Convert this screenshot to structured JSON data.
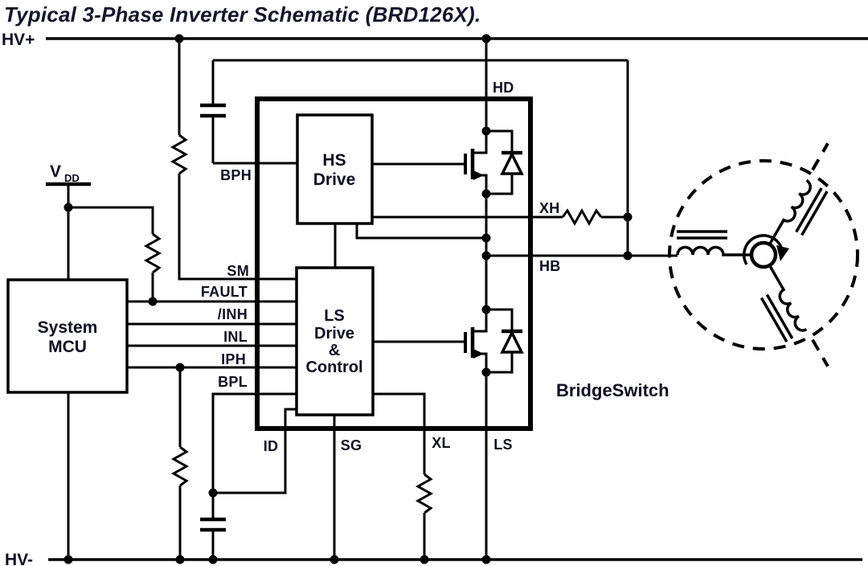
{
  "title": "Typical 3-Phase Inverter Schematic (BRD126X).",
  "colors": {
    "ink": "#000000",
    "label_text": "#0d0d26",
    "background": "#ffffff"
  },
  "rails": {
    "positive": "HV+",
    "negative": "HV-"
  },
  "power": {
    "vdd_main": "V",
    "vdd_sub": "DD"
  },
  "blocks": {
    "mcu": {
      "line1": "System",
      "line2": "MCU"
    },
    "hs_drive": {
      "line1": "HS",
      "line2": "Drive"
    },
    "ls_drive": {
      "line1": "LS",
      "line2": "Drive",
      "line3": "&",
      "line4": "Control"
    },
    "bridgeswitch": {
      "label": "BridgeSwitch"
    }
  },
  "pins": {
    "bph": "BPH",
    "sm": "SM",
    "fault": "FAULT",
    "inh": "/INH",
    "inl": "INL",
    "iph": "IPH",
    "bpl": "BPL",
    "id": "ID",
    "sg": "SG",
    "xl": "XL",
    "ls": "LS",
    "hd": "HD",
    "xh": "XH",
    "hb": "HB"
  },
  "motor": {
    "windings": "3"
  }
}
